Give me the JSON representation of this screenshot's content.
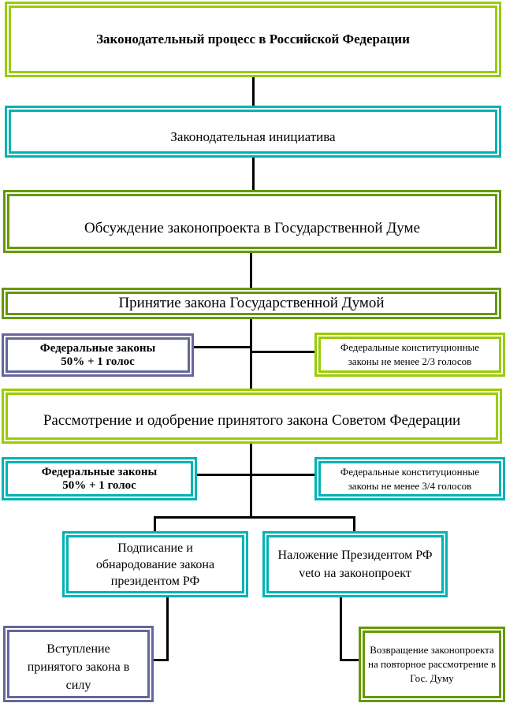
{
  "title": "Законодательный процесс в Российской Федерации",
  "initiative": "Законодательная инициатива",
  "discussion": "Обсуждение законопроекта в Государственной Думе",
  "duma_adoption": "Принятие закона Государственной Думой",
  "duma_federal_laws": {
    "line1": "Федеральные законы",
    "line2": "50% + 1 голос"
  },
  "duma_constitutional_laws": {
    "line1": "Федеральные конституционные",
    "line2": "законы не менее 2/3 голосов"
  },
  "federation_council": "Рассмотрение и одобрение принятого закона Советом Федерации",
  "council_federal_laws": {
    "line1": "Федеральные законы",
    "line2": "50% + 1 голос"
  },
  "council_constitutional_laws": {
    "line1": "Федеральные конституционные",
    "line2": "законы не менее 3/4 голосов"
  },
  "signing": "Подписание и обнародование закона президентом РФ",
  "veto": "Наложение Президентом РФ veto на законопроект",
  "entry_into_force": "Вступление принятого закона в силу",
  "return": "Возвращение законопроекта на повторное рассмотрение в Гос. Думу",
  "colors": {
    "lime": "#99cc00",
    "teal": "#00b3b3",
    "olive": "#669900",
    "purple": "#666699"
  }
}
